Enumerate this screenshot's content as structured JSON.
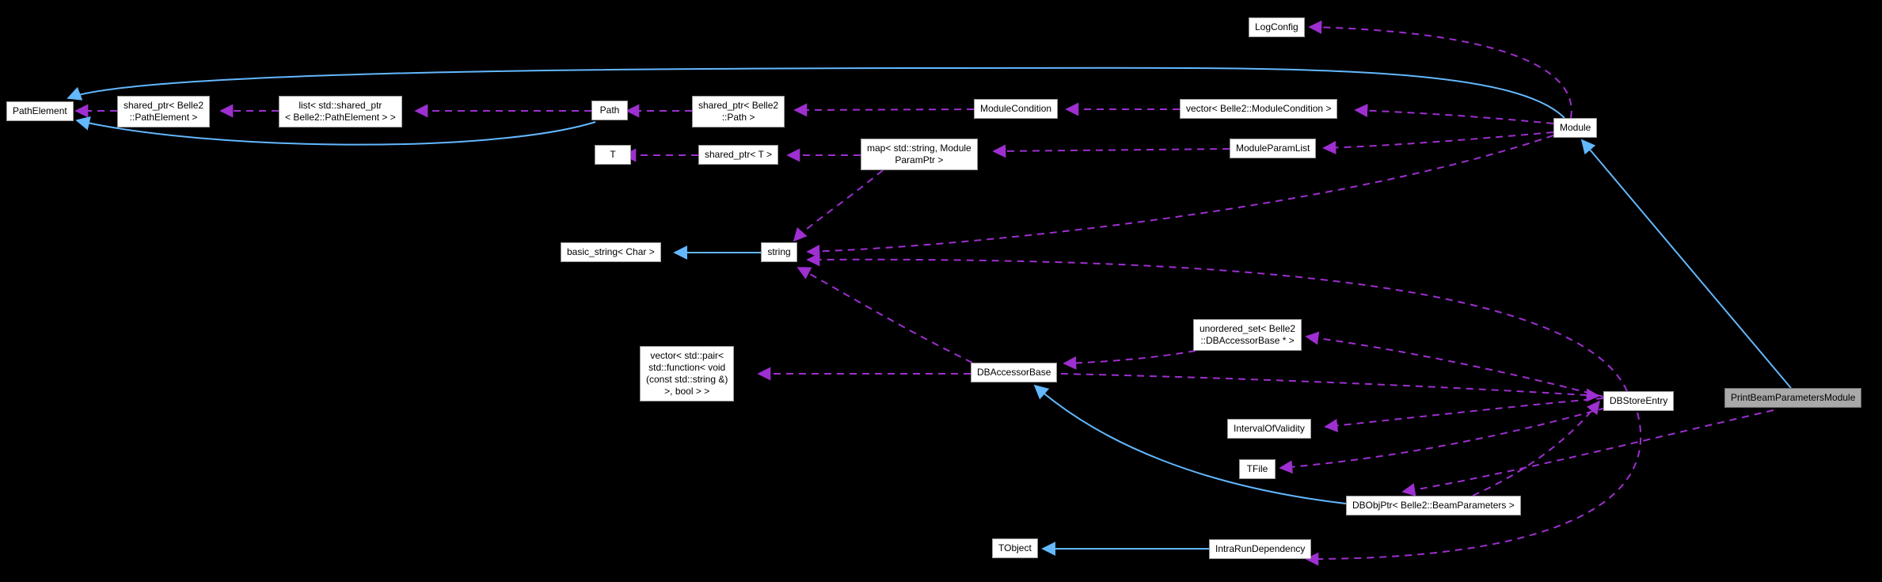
{
  "diagram": {
    "type": "doxygen-collaboration-graph",
    "subject": "PrintBeamParametersModule",
    "colors": {
      "background": "#000000",
      "inheritance_edge": "#63B8FF",
      "usage_edge": "#9E2FD0",
      "node_fill": "#FFFFFF",
      "node_border": "#9A9A9A",
      "highlight_fill": "#A9A9A9",
      "text": "#000000"
    },
    "nodes": {
      "pathElement": {
        "lines": [
          "PathElement"
        ]
      },
      "sharedPtrPathElement": {
        "lines": [
          "shared_ptr< Belle2",
          "::PathElement >"
        ]
      },
      "listSharedPtr": {
        "lines": [
          "list< std::shared_ptr",
          "< Belle2::PathElement > >"
        ]
      },
      "path": {
        "lines": [
          "Path"
        ]
      },
      "sharedPtrPath": {
        "lines": [
          "shared_ptr< Belle2",
          "::Path >"
        ]
      },
      "moduleCondition": {
        "lines": [
          "ModuleCondition"
        ]
      },
      "vectorModuleCondition": {
        "lines": [
          "vector< Belle2::ModuleCondition >"
        ]
      },
      "module": {
        "lines": [
          "Module"
        ]
      },
      "logConfig": {
        "lines": [
          "LogConfig"
        ]
      },
      "t": {
        "lines": [
          "T"
        ]
      },
      "sharedPtrT": {
        "lines": [
          "shared_ptr< T >"
        ]
      },
      "mapModuleParamPtr": {
        "lines": [
          "map< std::string, Module",
          "ParamPtr >"
        ]
      },
      "moduleParamList": {
        "lines": [
          "ModuleParamList"
        ]
      },
      "basicString": {
        "lines": [
          "basic_string< Char >"
        ]
      },
      "string": {
        "lines": [
          "string"
        ]
      },
      "vectorPairCallback": {
        "lines": [
          "vector< std::pair<",
          "std::function< void",
          "(const std::string &)",
          ">, bool > >"
        ]
      },
      "dbAccessorBase": {
        "lines": [
          "DBAccessorBase"
        ]
      },
      "unorderedSetAccessors": {
        "lines": [
          "unordered_set< Belle2",
          "::DBAccessorBase * >"
        ]
      },
      "dbStoreEntry": {
        "lines": [
          "DBStoreEntry"
        ]
      },
      "printBeamParametersModule": {
        "lines": [
          "PrintBeamParametersModule"
        ]
      },
      "intervalOfValidity": {
        "lines": [
          "IntervalOfValidity"
        ]
      },
      "tFile": {
        "lines": [
          "TFile"
        ]
      },
      "dbObjPtrBeamParameters": {
        "lines": [
          "DBObjPtr< Belle2::BeamParameters >"
        ]
      },
      "tObject": {
        "lines": [
          "TObject"
        ]
      },
      "intraRunDependency": {
        "lines": [
          "IntraRunDependency"
        ]
      }
    },
    "edges": [
      {
        "from": "Module",
        "to": "PathElement",
        "relation": "inheritance"
      },
      {
        "from": "Path",
        "to": "PathElement",
        "relation": "inheritance"
      },
      {
        "from": "string",
        "to": "basic_string< Char >",
        "relation": "inheritance"
      },
      {
        "from": "DBObjPtr< Belle2::BeamParameters >",
        "to": "DBAccessorBase",
        "relation": "inheritance"
      },
      {
        "from": "IntraRunDependency",
        "to": "TObject",
        "relation": "inheritance"
      },
      {
        "from": "PrintBeamParametersModule",
        "to": "Module",
        "relation": "inheritance"
      },
      {
        "from": "shared_ptr< Belle2::PathElement >",
        "to": "PathElement",
        "relation": "usage"
      },
      {
        "from": "list< std::shared_ptr< Belle2::PathElement > >",
        "to": "shared_ptr< Belle2::PathElement >",
        "relation": "usage"
      },
      {
        "from": "Path",
        "to": "list< std::shared_ptr< Belle2::PathElement > >",
        "relation": "usage"
      },
      {
        "from": "shared_ptr< Belle2::Path >",
        "to": "Path",
        "relation": "usage"
      },
      {
        "from": "ModuleCondition",
        "to": "shared_ptr< Belle2::Path >",
        "relation": "usage"
      },
      {
        "from": "vector< Belle2::ModuleCondition >",
        "to": "ModuleCondition",
        "relation": "usage"
      },
      {
        "from": "Module",
        "to": "vector< Belle2::ModuleCondition >",
        "relation": "usage"
      },
      {
        "from": "Module",
        "to": "LogConfig",
        "relation": "usage"
      },
      {
        "from": "Module",
        "to": "ModuleParamList",
        "relation": "usage"
      },
      {
        "from": "Module",
        "to": "string",
        "relation": "usage"
      },
      {
        "from": "shared_ptr< T >",
        "to": "T",
        "relation": "usage"
      },
      {
        "from": "map< std::string, ModuleParamPtr >",
        "to": "shared_ptr< T >",
        "relation": "usage"
      },
      {
        "from": "ModuleParamList",
        "to": "map< std::string, ModuleParamPtr >",
        "relation": "usage"
      },
      {
        "from": "map< std::string, ModuleParamPtr >",
        "to": "string",
        "relation": "usage"
      },
      {
        "from": "DBStoreEntry",
        "to": "string",
        "relation": "usage"
      },
      {
        "from": "DBAccessorBase",
        "to": "string",
        "relation": "usage"
      },
      {
        "from": "DBAccessorBase",
        "to": "vector< std::pair< std::function< void (const std::string &) >, bool > >",
        "relation": "usage"
      },
      {
        "from": "unordered_set< Belle2::DBAccessorBase * >",
        "to": "DBAccessorBase",
        "relation": "usage"
      },
      {
        "from": "DBStoreEntry",
        "to": "unordered_set< Belle2::DBAccessorBase * >",
        "relation": "usage"
      },
      {
        "from": "DBAccessorBase",
        "to": "DBStoreEntry",
        "relation": "usage"
      },
      {
        "from": "DBObjPtr< Belle2::BeamParameters >",
        "to": "DBStoreEntry",
        "relation": "usage"
      },
      {
        "from": "DBStoreEntry",
        "to": "IntervalOfValidity",
        "relation": "usage"
      },
      {
        "from": "DBStoreEntry",
        "to": "TFile",
        "relation": "usage"
      },
      {
        "from": "DBStoreEntry",
        "to": "IntraRunDependency",
        "relation": "usage"
      },
      {
        "from": "PrintBeamParametersModule",
        "to": "DBObjPtr< Belle2::BeamParameters >",
        "relation": "usage"
      }
    ]
  }
}
